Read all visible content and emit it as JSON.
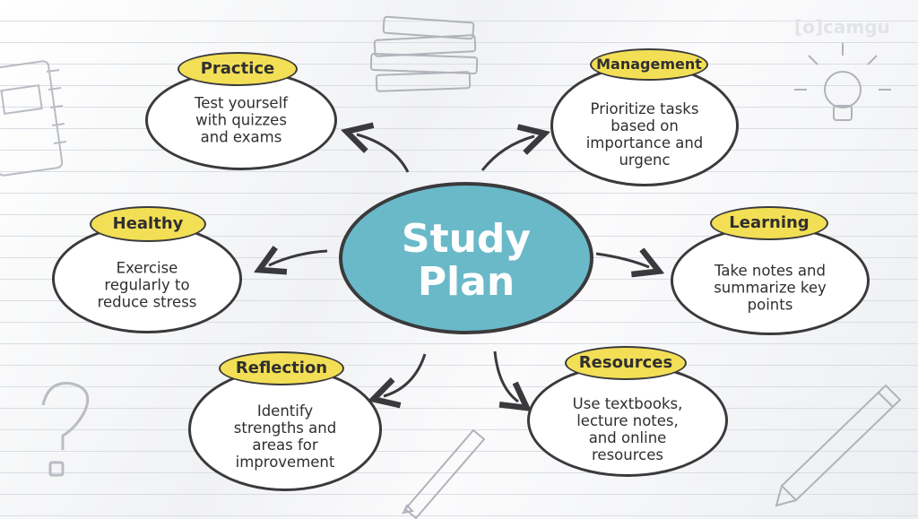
{
  "center": {
    "title": "Study\nPlan"
  },
  "watermark": "[o]camgu",
  "nodes": {
    "practice": {
      "label": "Practice",
      "text": "Test yourself\nwith quizzes\nand exams"
    },
    "management": {
      "label": "Management",
      "text": "Prioritize tasks\nbased on\nimportance and\nurgenc"
    },
    "healthy": {
      "label": "Healthy",
      "text": "Exercise\nregularly to\nreduce stress"
    },
    "learning": {
      "label": "Learning",
      "text": "Take notes and\nsummarize key\npoints"
    },
    "reflection": {
      "label": "Reflection",
      "text": "Identify\nstrengths and\nareas for\nimprovement"
    },
    "resources": {
      "label": "Resources",
      "text": "Use textbooks,\nlecture notes,\nand online\nresources"
    }
  },
  "colors": {
    "accent_yellow": "#f3df55",
    "center_teal": "#69b9c9",
    "ink": "#3a3a3c"
  },
  "icons": [
    "notebook-doodle",
    "books-doodle",
    "lightbulb-doodle",
    "question-mark-doodle",
    "pen-doodle",
    "pencil-doodle"
  ]
}
